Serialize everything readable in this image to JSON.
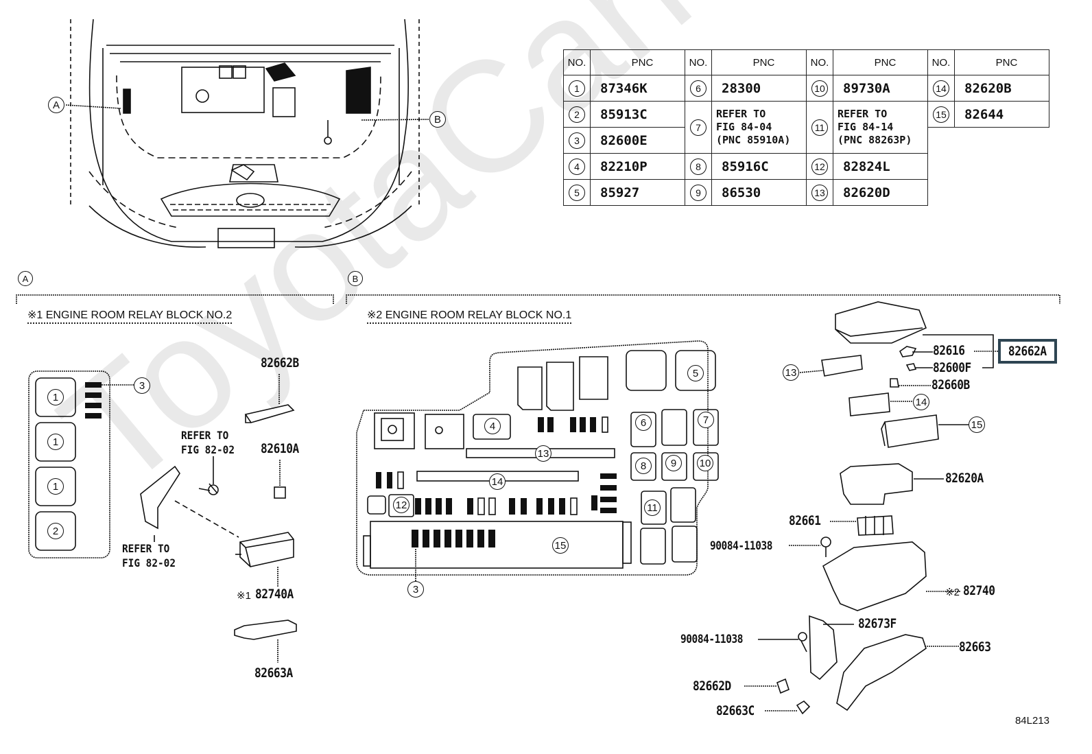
{
  "watermark": "ToyotaCarMirror",
  "figure_code": "84L213",
  "overview": {
    "callout_a": "A",
    "callout_b": "B"
  },
  "parts_table": {
    "headers": {
      "no": "NO.",
      "pnc": "PNC"
    },
    "rows": [
      {
        "no": "1",
        "pnc": "87346K"
      },
      {
        "no": "2",
        "pnc": "85913C"
      },
      {
        "no": "3",
        "pnc": "82600E"
      },
      {
        "no": "4",
        "pnc": "82210P"
      },
      {
        "no": "5",
        "pnc": "85927"
      },
      {
        "no": "6",
        "pnc": "28300"
      },
      {
        "no": "7",
        "pnc": "REFER TO\nFIG 84-04\n(PNC 85910A)"
      },
      {
        "no": "8",
        "pnc": "85916C"
      },
      {
        "no": "9",
        "pnc": "86530"
      },
      {
        "no": "10",
        "pnc": "89730A"
      },
      {
        "no": "11",
        "pnc": "REFER TO\nFIG 84-14\n(PNC 88263P)"
      },
      {
        "no": "12",
        "pnc": "82824L"
      },
      {
        "no": "13",
        "pnc": "82620D"
      },
      {
        "no": "14",
        "pnc": "82620B"
      },
      {
        "no": "15",
        "pnc": "82644"
      }
    ]
  },
  "section_a": {
    "marker": "A",
    "title": "※1 ENGINE ROOM RELAY BLOCK NO.2",
    "block_callouts": [
      "1",
      "1",
      "1",
      "2",
      "3"
    ],
    "labels": {
      "p82662b": "82662B",
      "refer1": "REFER TO\nFIG 82-02",
      "p82610a": "82610A",
      "refer2": "REFER TO\nFIG 82-02",
      "p82740a_mark": "※1",
      "p82740a": "82740A",
      "p82663a": "82663A"
    }
  },
  "section_b": {
    "marker": "B",
    "title": "※2 ENGINE ROOM RELAY BLOCK NO.1",
    "block_callouts": [
      "5",
      "4",
      "6",
      "7",
      "13",
      "8",
      "9",
      "10",
      "14",
      "12",
      "11",
      "15",
      "3"
    ],
    "labels": {
      "p82616": "82616",
      "p82662a": "82662A",
      "p82600f": "82600F",
      "p82660b": "82660B",
      "c13": "13",
      "c14": "14",
      "c15": "15",
      "p82620a": "82620A",
      "p82661": "82661",
      "bolt1": "90084-11038",
      "p82740_mark": "※2",
      "p82740": "82740",
      "p82673f": "82673F",
      "bolt2": "90084-11038",
      "p82663": "82663",
      "p82662d": "82662D",
      "p82663c": "82663C"
    }
  }
}
